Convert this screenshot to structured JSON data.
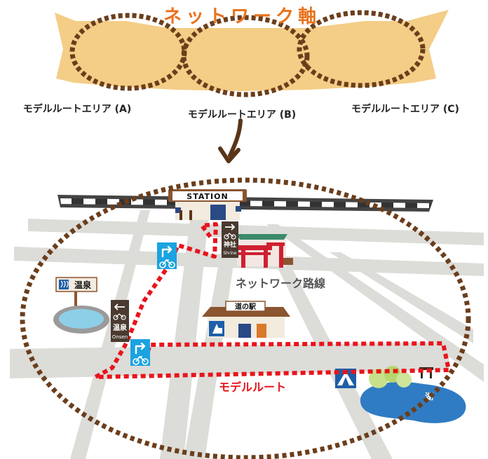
{
  "title": "ネットワーク軸",
  "areas": [
    {
      "label": "モデルルートエリア (A)"
    },
    {
      "label": "モデルルートエリア (B)"
    },
    {
      "label": "モデルルートエリア (C)"
    }
  ],
  "station_label": "STATION",
  "network_line_label": "ネットワーク路線",
  "michinoeki_label": "道の駅",
  "model_route_label": "モデルルート",
  "onsen_sign_label": "温泉",
  "onsen_post": {
    "jp": "温泉",
    "en": "Onsen"
  },
  "shrine_post": {
    "jp": "神社",
    "en": "Shrine"
  },
  "lake_label": "湖",
  "colors": {
    "title": "#e8731e",
    "dots_brown": "#6b3e1c",
    "area_fill": "#f4cd86",
    "route_red": "#e8141c",
    "route_label": "#e8141c",
    "road": "#dcdcd8",
    "bike_sign": "#1aa3e0",
    "lake": "#2f7cc4",
    "pond": "#8ecfe8",
    "tent_sign": "#1f5ea8",
    "shrine_red": "#cf2030",
    "station_roof": "#8a5530",
    "rail_dark": "#333333"
  },
  "icons": [
    "arrow-down-icon",
    "bicycle-icon",
    "turn-right-arrow-icon",
    "turn-left-arrow-icon",
    "onsen-icon",
    "camp-tent-icon",
    "torii-icon",
    "information-icon"
  ]
}
